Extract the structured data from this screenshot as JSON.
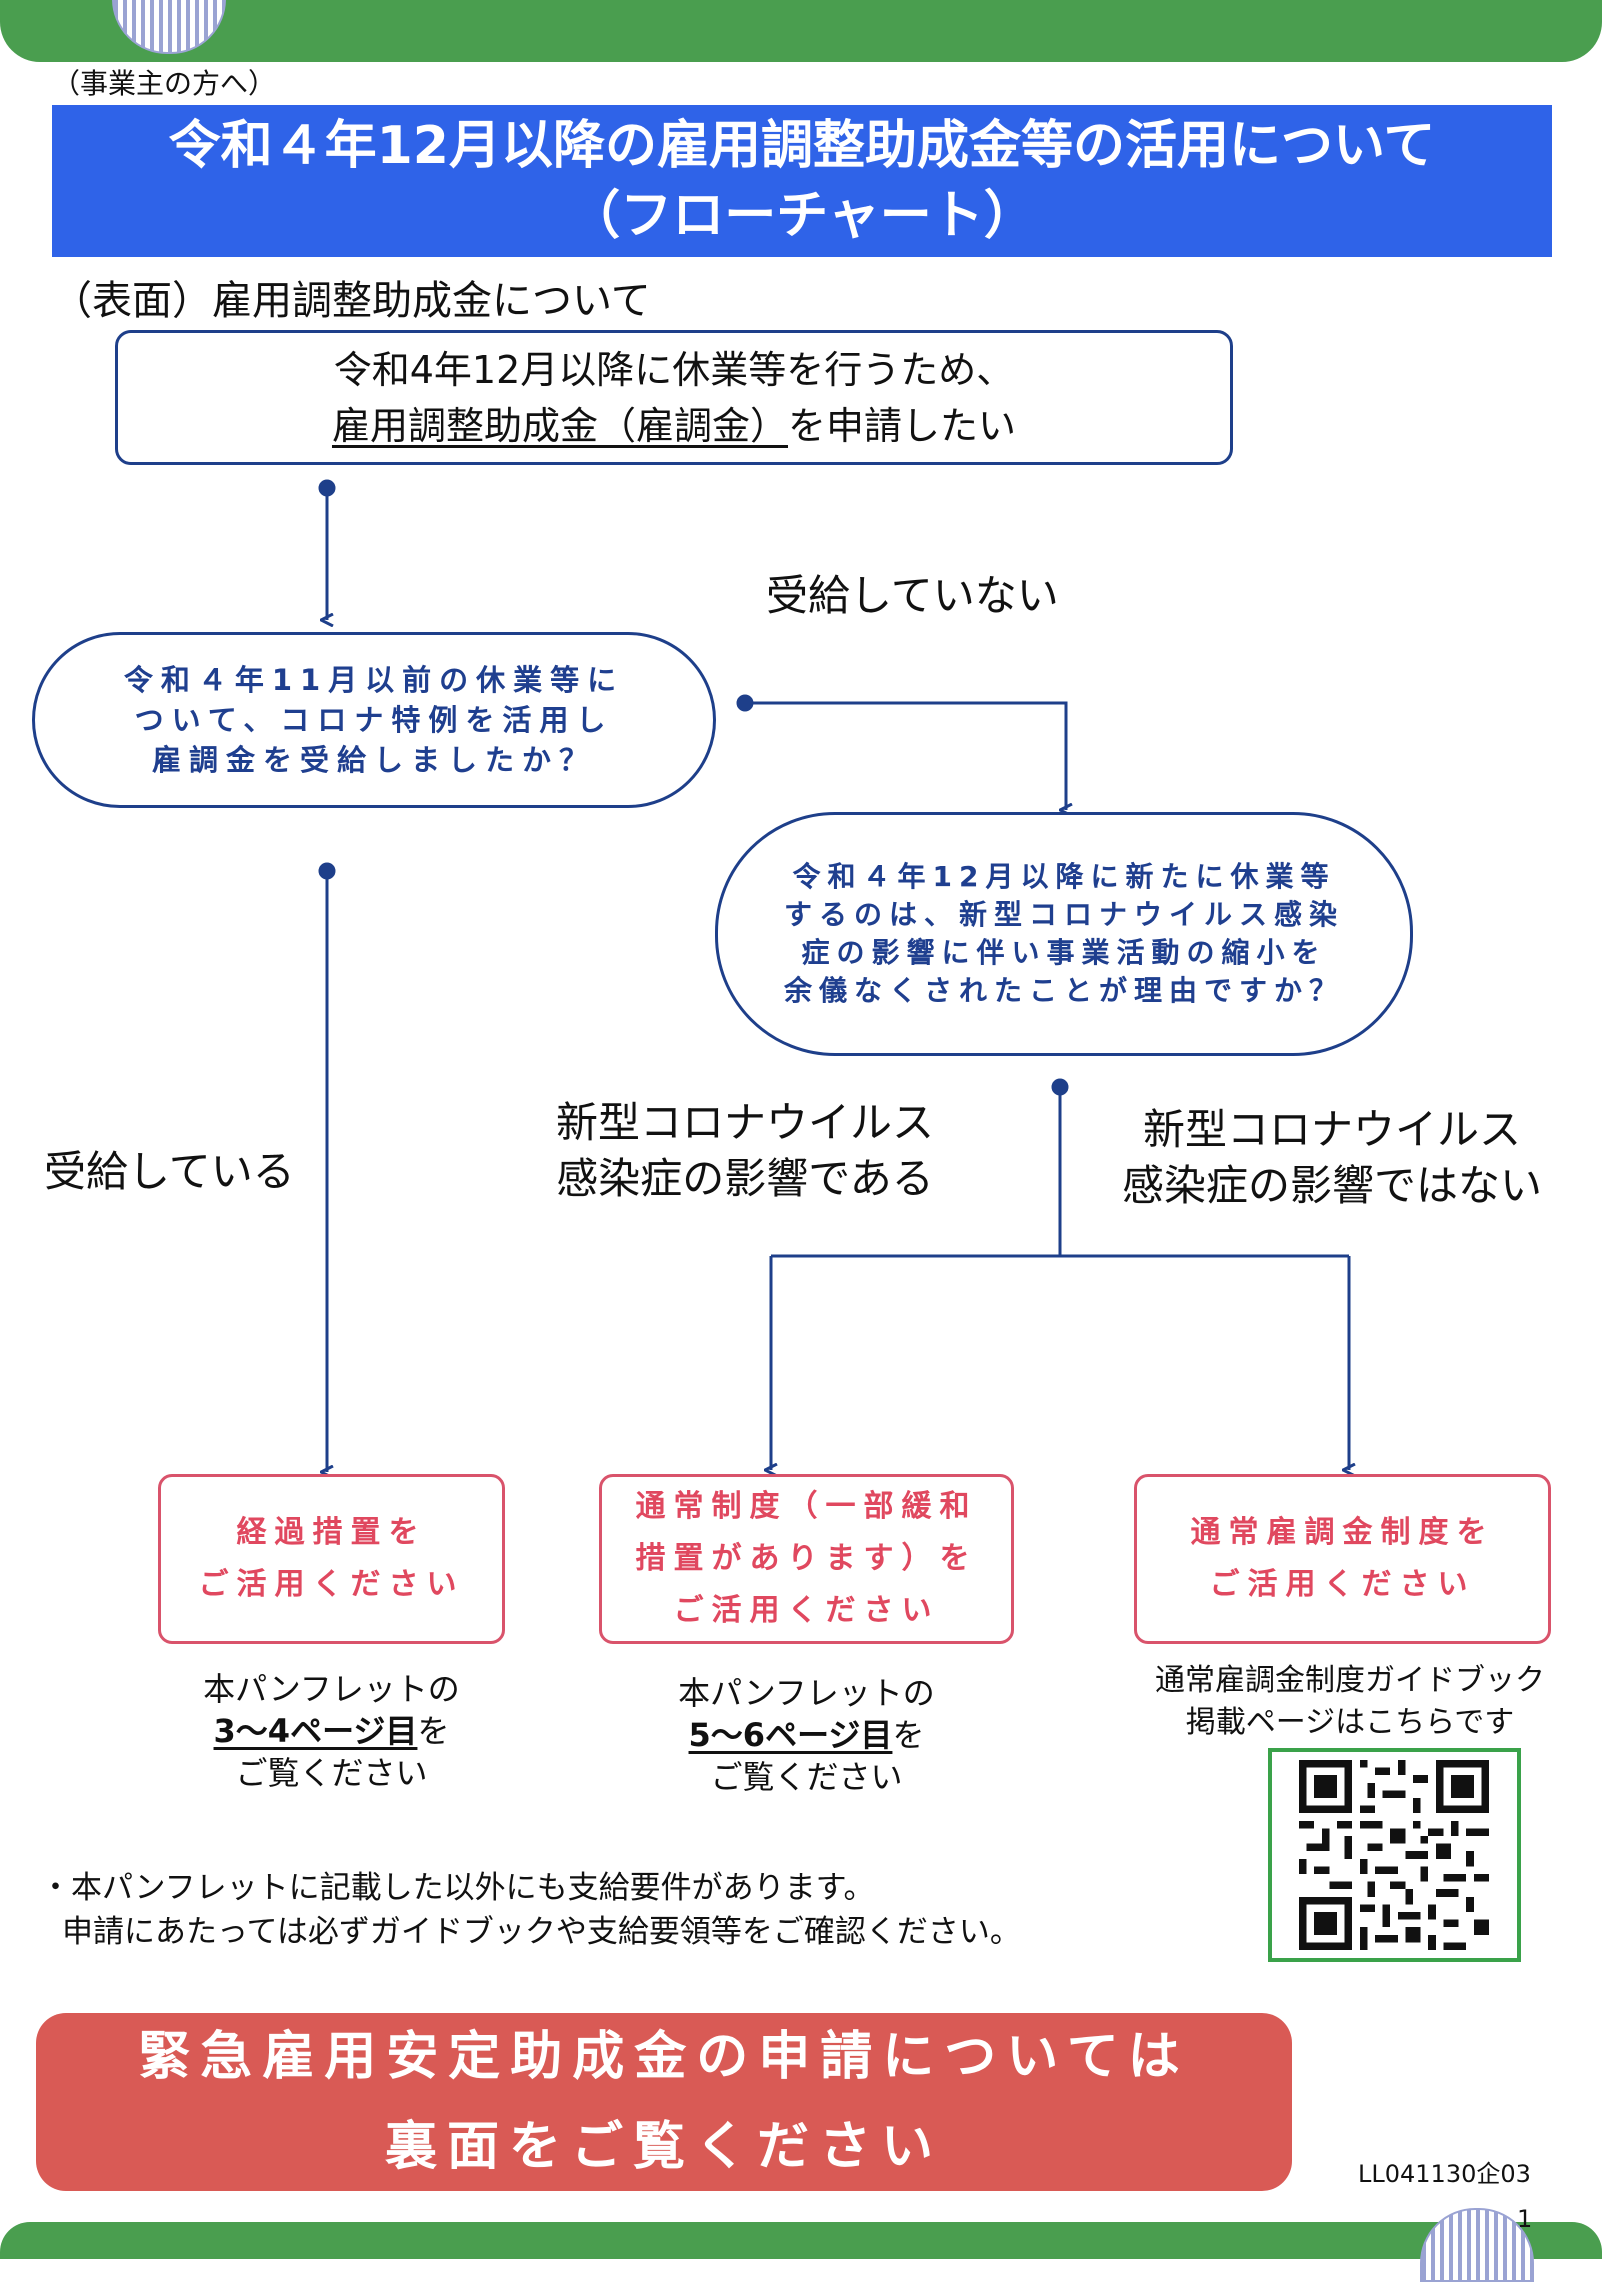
{
  "header": {
    "audience": "（事業主の方へ）",
    "title_line1": "令和４年12月以降の雇用調整助成金等の活用について",
    "title_line2": "（フローチャート）"
  },
  "section_label": "（表面）雇用調整助成金について",
  "start": {
    "line1": "令和4年12月以降に休業等を行うため、",
    "line2_underlined": "雇用調整助成金（雇調金）",
    "line2_rest": "を申請したい"
  },
  "question1": {
    "lines": [
      "令和４年11月以前の休業等に",
      "ついて、コロナ特例を活用し",
      "雇調金を受給しましたか？"
    ]
  },
  "question2": {
    "lines": [
      "令和４年12月以降に新たに休業等",
      "するのは、新型コロナウイルス感染",
      "症の影響に伴い事業活動の縮小を",
      "余儀なくされたことが理由ですか？"
    ]
  },
  "branches": {
    "not_received": "受給していない",
    "received": "受給している",
    "covid_yes": [
      "新型コロナウイルス",
      "感染症の影響である"
    ],
    "covid_no": [
      "新型コロナウイルス",
      "感染症の影響ではない"
    ]
  },
  "outcomes": [
    {
      "lines": [
        "経過措置を",
        "ご活用ください"
      ]
    },
    {
      "lines": [
        "通常制度（一部緩和",
        "措置があります）を",
        "ご活用ください"
      ]
    },
    {
      "lines": [
        "通常雇調金制度を",
        "ご活用ください"
      ]
    }
  ],
  "references": [
    {
      "line1": "本パンフレットの",
      "bold": "3～4ページ目",
      "tail": "を",
      "line3": "ご覧ください"
    },
    {
      "line1": "本パンフレットの",
      "bold": "5～6ページ目",
      "tail": "を",
      "line3": "ご覧ください"
    },
    {
      "line1": "通常雇調金制度ガイドブック",
      "line2": "掲載ページはこちらです"
    }
  ],
  "note": {
    "line1": "・本パンフレットに記載した以外にも支給要件があります。",
    "line2": "申請にあたっては必ずガイドブックや支給要領等をご確認ください。"
  },
  "cta": {
    "line1": "緊急雇用安定助成金の申請については",
    "line2": "裏面をご覧ください"
  },
  "footer": {
    "code": "LL041130企03",
    "page_number": "1"
  },
  "colors": {
    "band_green": "#4a9e4f",
    "title_blue": "#2f63e8",
    "flow_navy": "#1e3f8a",
    "outcome_red": "#e0485f",
    "cta_red": "#d95a55",
    "qr_green": "#3aa24a"
  },
  "icons": {
    "qr": "qr-code-icon"
  }
}
